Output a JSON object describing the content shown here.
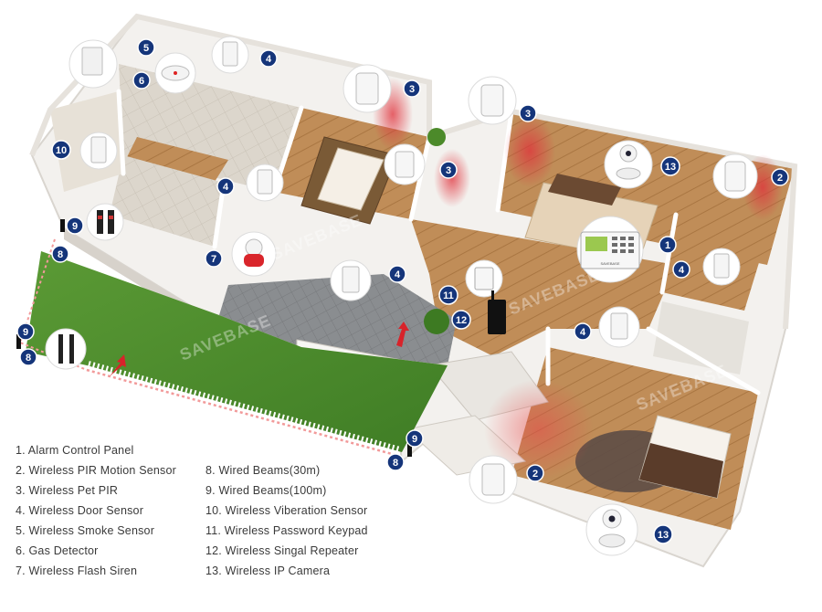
{
  "legend": [
    "1. Alarm Control Panel",
    "2. Wireless PIR Motion Sensor",
    "3. Wireless Pet PIR",
    "4. Wireless Door Sensor",
    "5. Wireless Smoke Sensor",
    "6. Gas Detector",
    "7. Wireless Flash Siren",
    "8. Wired Beams(30m)",
    "9. Wired Beams(100m)",
    "10. Wireless Viberation Sensor",
    "11. Wireless Password Keypad",
    "12. Wireless Singal Repeater",
    "13. Wireless IP Camera"
  ],
  "watermark": "SAVEBASE",
  "panel_brand": "SAVEBASE",
  "badges": [
    "5",
    "4",
    "6",
    "3",
    "3",
    "3",
    "13",
    "2",
    "10",
    "4",
    "1",
    "4",
    "9",
    "7",
    "8",
    "4",
    "11",
    "12",
    "4",
    "9",
    "8",
    "9",
    "8",
    "2",
    "13"
  ],
  "colors": {
    "badge": "#15357a",
    "sensor_glow": "#e0303a",
    "lawn": "#4a8a2c",
    "floor": "#b98752",
    "wall": "#f1efec"
  }
}
